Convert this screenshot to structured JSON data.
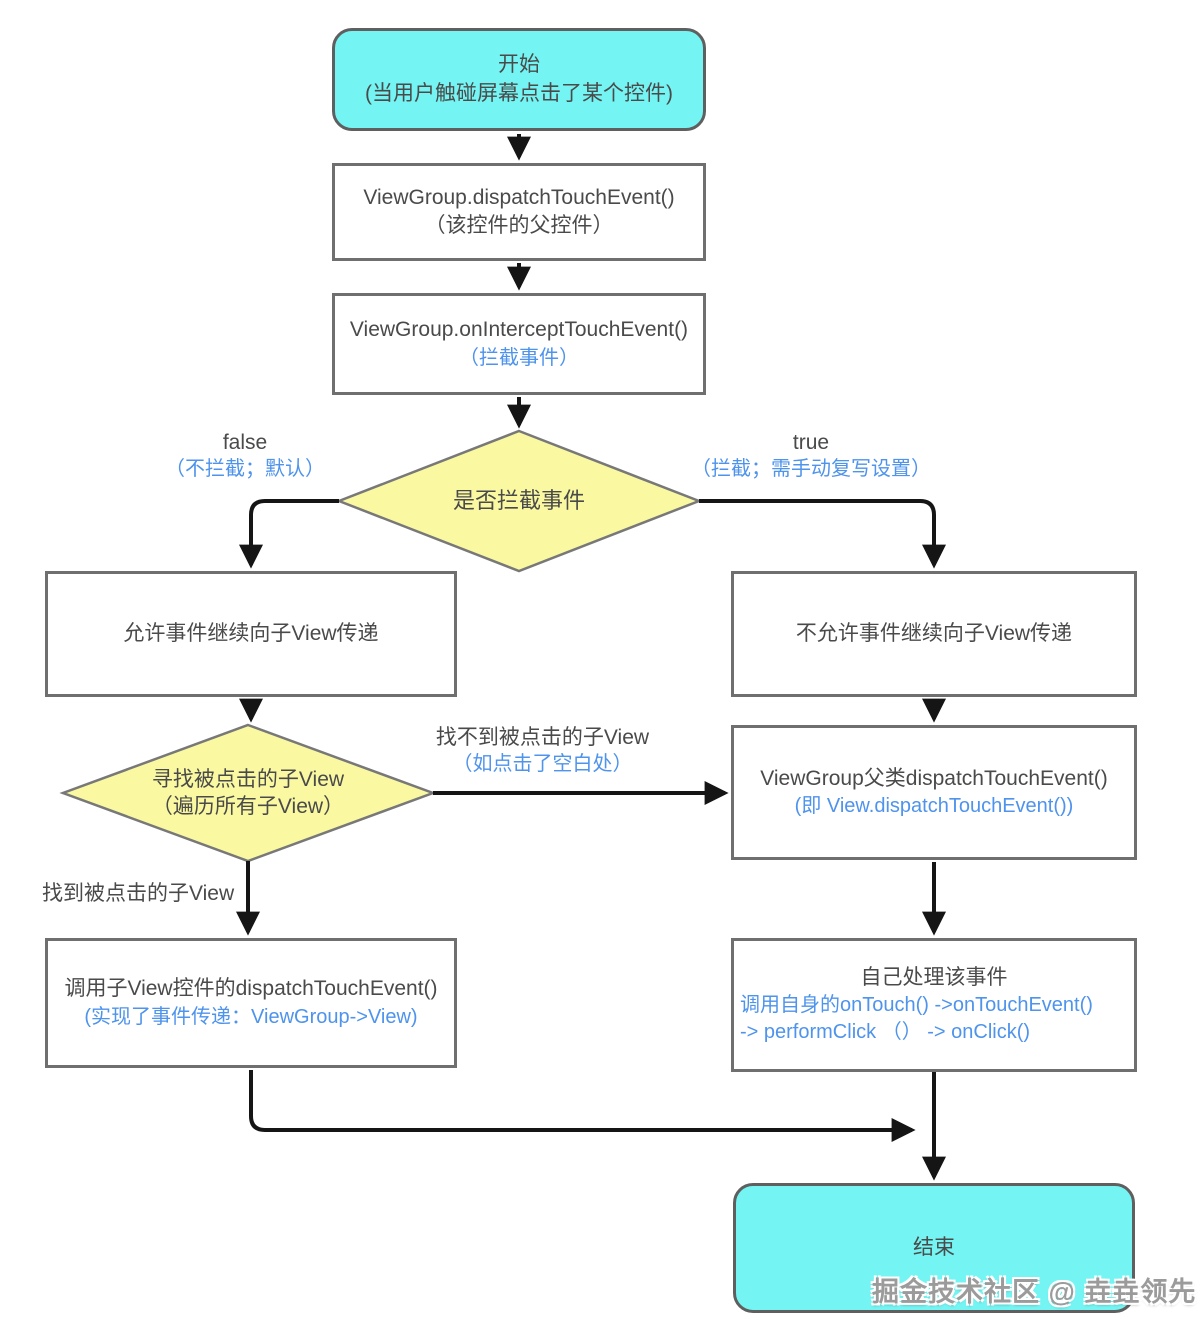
{
  "diagram": {
    "nodes": {
      "start": {
        "line1": "开始",
        "line2": "(当用户触碰屏幕点击了某个控件)"
      },
      "dispatch": {
        "line1": "ViewGroup.dispatchTouchEvent()",
        "line2": "（该控件的父控件）"
      },
      "intercept": {
        "line1": "ViewGroup.onInterceptTouchEvent()",
        "line2": "（拦截事件）"
      },
      "decision_intercept": {
        "label": "是否拦截事件"
      },
      "allow": {
        "label": "允许事件继续向子View传递"
      },
      "disallow": {
        "label": "不允许事件继续向子View传递"
      },
      "decision_find": {
        "line1": "寻找被点击的子View",
        "line2": "（遍历所有子View）"
      },
      "parent_dispatch": {
        "line1": "ViewGroup父类dispatchTouchEvent()",
        "line2": "(即 View.dispatchTouchEvent())"
      },
      "child_dispatch": {
        "line1": "调用子View控件的dispatchTouchEvent()",
        "line2": "(实现了事件传递：ViewGroup->View)"
      },
      "self_handle": {
        "line1": "自己处理该事件",
        "line2": "调用自身的onTouch() ->onTouchEvent()",
        "line3": "-> performClick （）  -> onClick()"
      },
      "end": {
        "label": "结束"
      }
    },
    "edge_labels": {
      "false_branch": {
        "line1": "false",
        "line2": "（不拦截；默认）"
      },
      "true_branch": {
        "line1": "true",
        "line2": "（拦截；需手动复写设置）"
      },
      "not_found": {
        "line1": "找不到被点击的子View",
        "line2": "（如点击了空白处）"
      },
      "found": {
        "label": "找到被点击的子View"
      }
    },
    "watermark": "掘金技术社区 @ 垚垚领先",
    "colors": {
      "terminal_fill": "#74f5f3",
      "decision_fill": "#faf9a2",
      "accent_blue": "#4e93ec",
      "border_gray": "#6f6f6f",
      "arrow_black": "#151515"
    }
  }
}
